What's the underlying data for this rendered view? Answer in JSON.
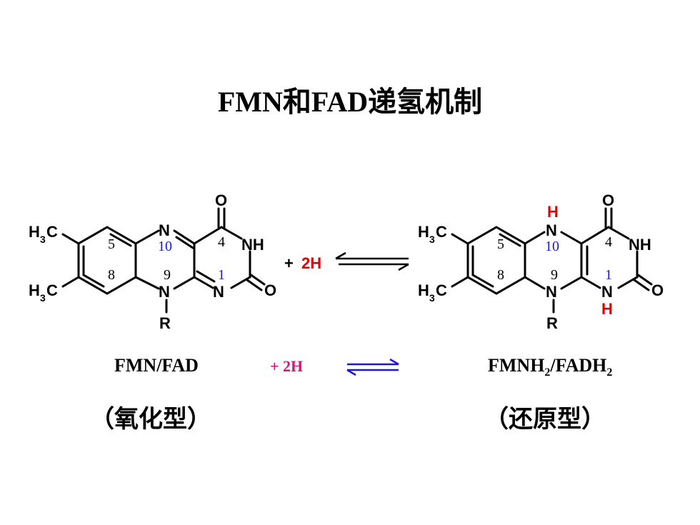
{
  "title": "FMN和FAD递氢机制",
  "atoms": {
    "n": "N",
    "nh": "NH",
    "o": "O",
    "h": "H",
    "r": "R",
    "h3c_h": "H",
    "h3c_3": "3",
    "h3c_c": "C"
  },
  "ring_numbers": {
    "n4": "4",
    "n5": "5",
    "n8": "8",
    "n9": "9",
    "n10": "10",
    "n1": "1"
  },
  "reaction_top": {
    "plus": "+",
    "reagent": "2H"
  },
  "reaction_bottom": {
    "reagent": "+ 2H"
  },
  "oxidized": {
    "name": "FMN/FAD",
    "form": "（氧化型）"
  },
  "reduced": {
    "name_a": "FMNH",
    "sub_a": "2",
    "name_b": "/FADH",
    "sub_b": "2",
    "form": "（还原型）"
  },
  "colors": {
    "red": "#e00000",
    "blue": "#1a1ad0",
    "magenta": "#d4147a",
    "black": "#000000"
  }
}
